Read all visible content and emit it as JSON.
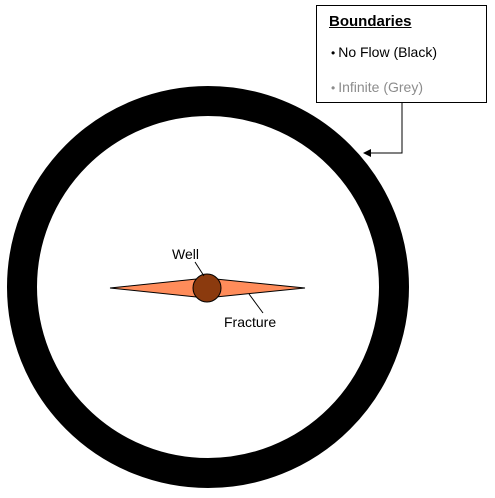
{
  "legend": {
    "title": "Boundaries",
    "items": [
      {
        "bullet": "•",
        "label": "No Flow (Black)",
        "color": "#000000"
      },
      {
        "bullet": "•",
        "label": "Infinite (Grey)",
        "color": "#8c8c8c"
      }
    ]
  },
  "labels": {
    "well": "Well",
    "fracture": "Fracture"
  },
  "colors": {
    "boundary": "#000000",
    "fracture_fill": "#ff8c5a",
    "well_fill": "#8b3a0e",
    "background": "#ffffff"
  }
}
